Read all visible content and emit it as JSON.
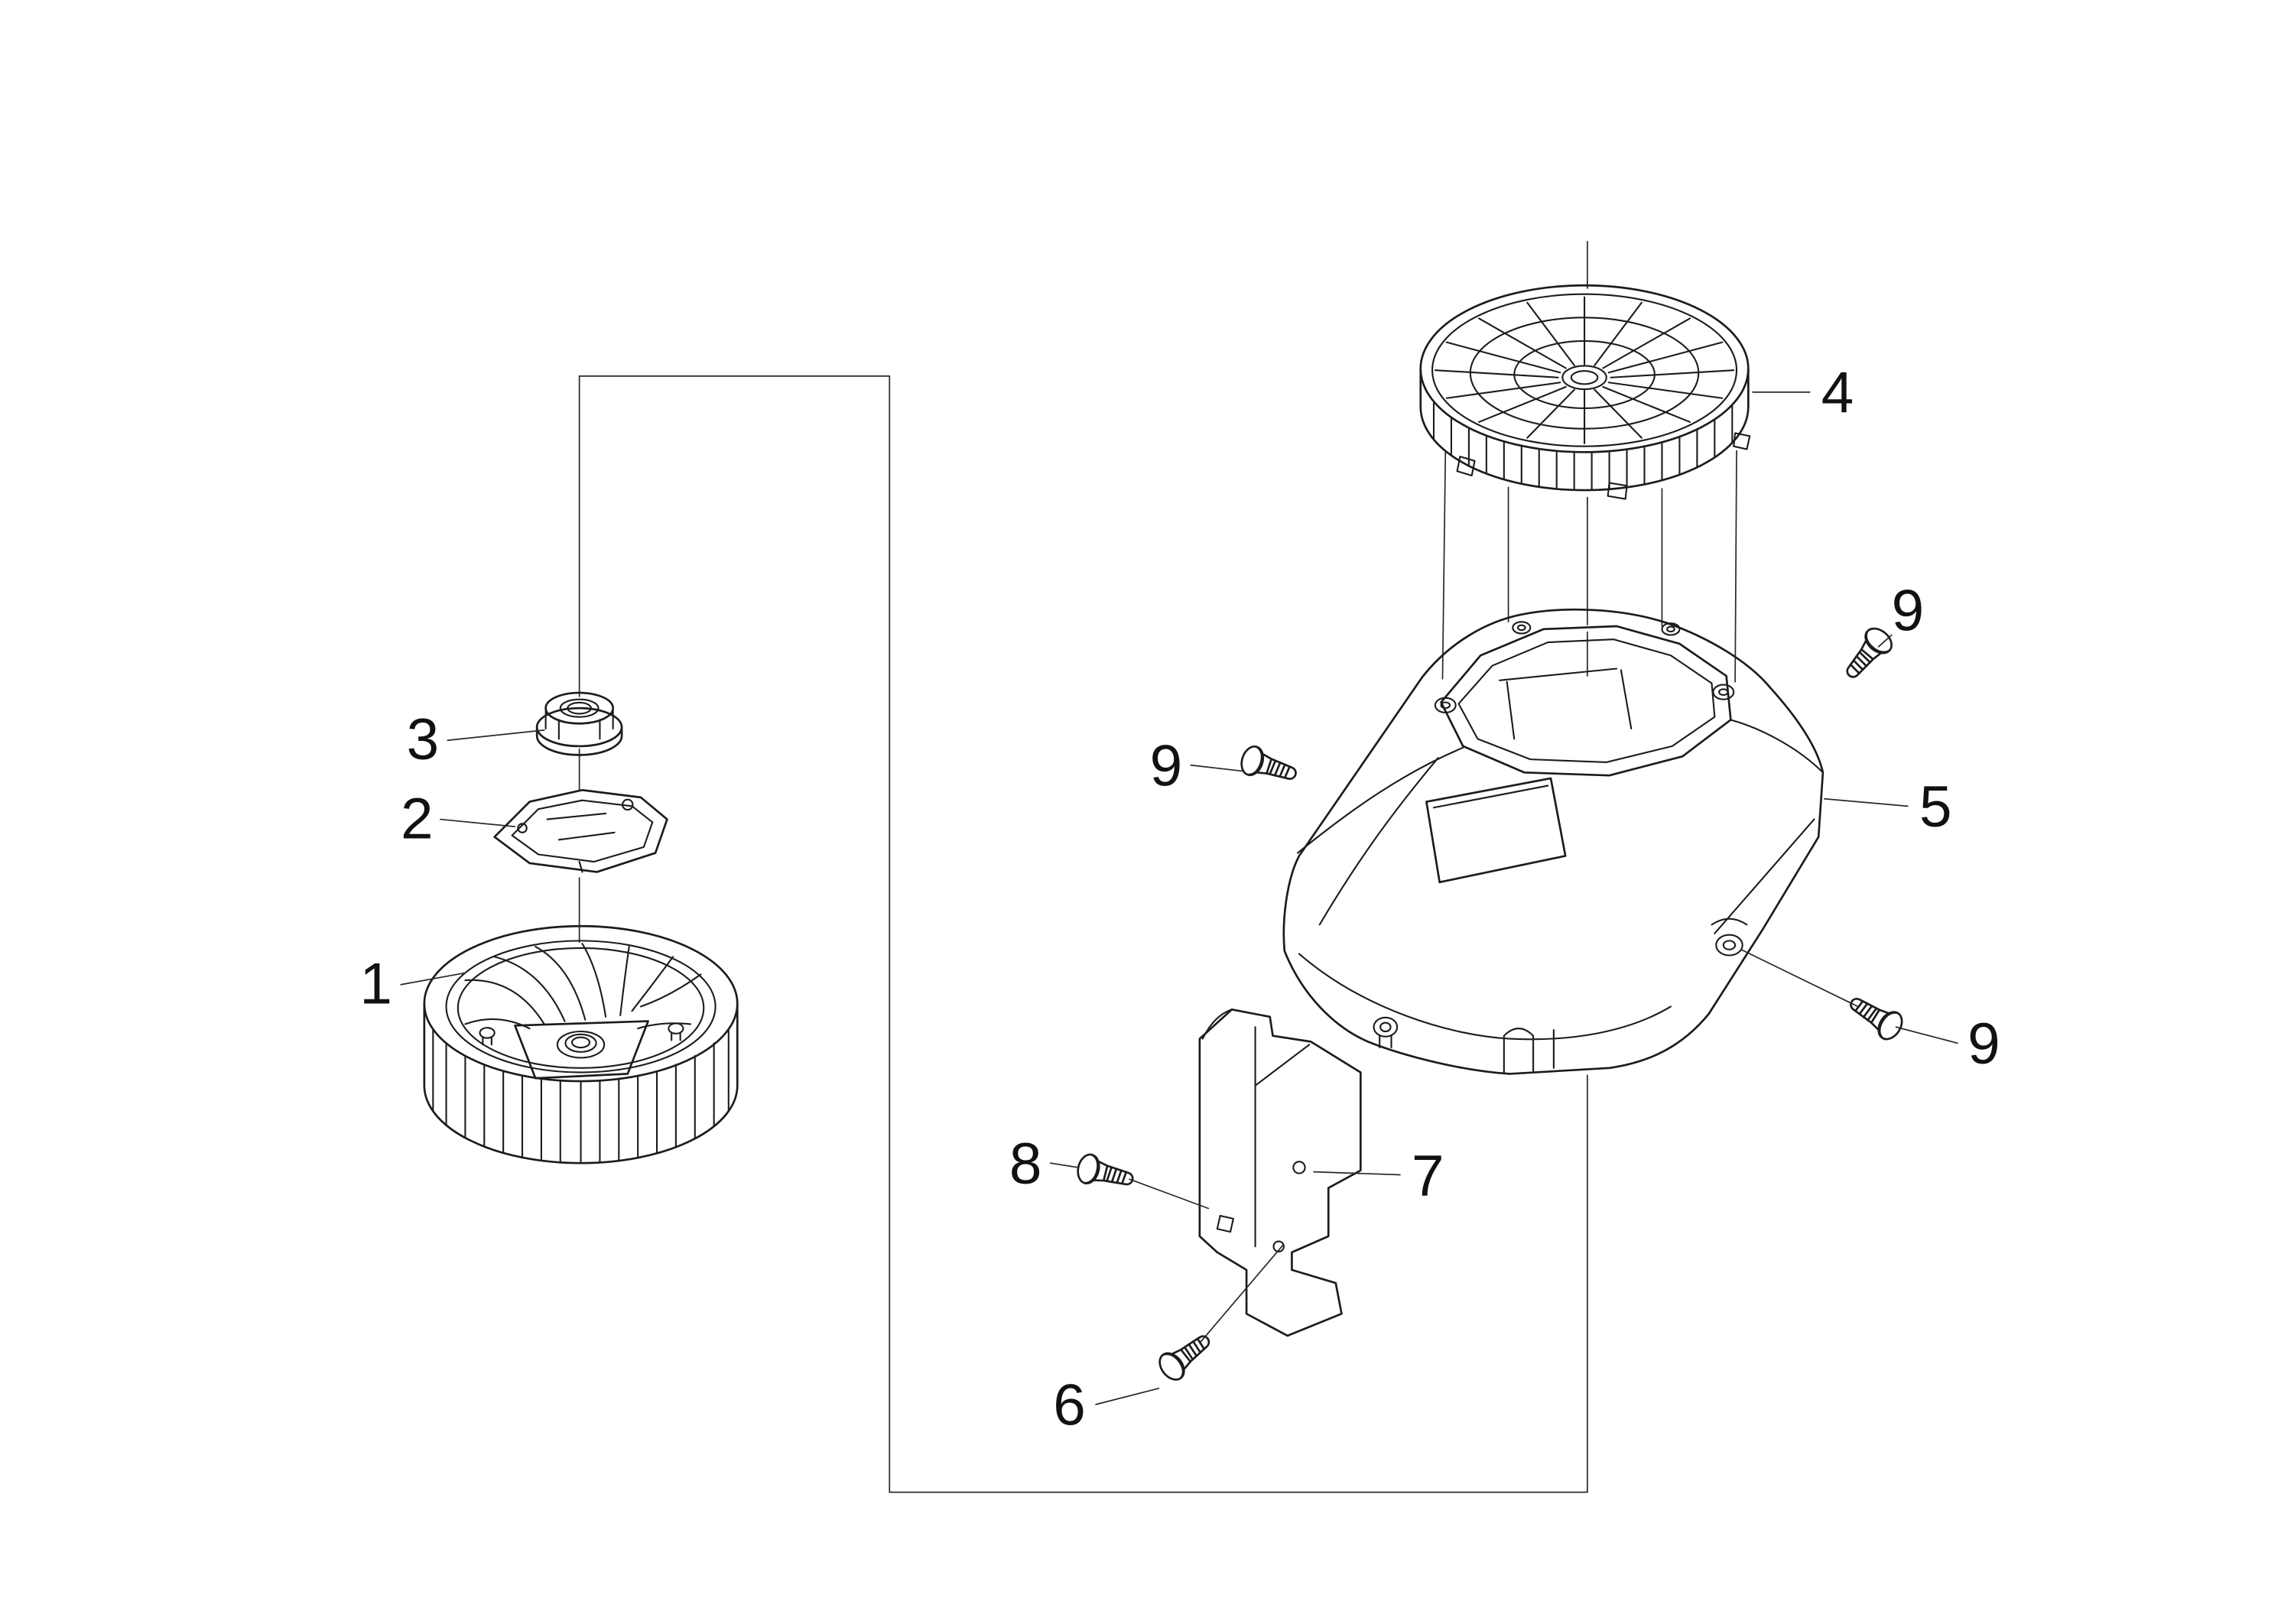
{
  "diagram": {
    "kind": "exploded-parts-diagram",
    "background_color": "#ffffff",
    "line_color": "#1c1c1c",
    "callouts": {
      "c1": "1",
      "c2": "2",
      "c3": "3",
      "c4": "4",
      "c5": "5",
      "c6": "6",
      "c7": "7",
      "c8": "8",
      "c9a": "9",
      "c9b": "9",
      "c9c": "9"
    }
  }
}
